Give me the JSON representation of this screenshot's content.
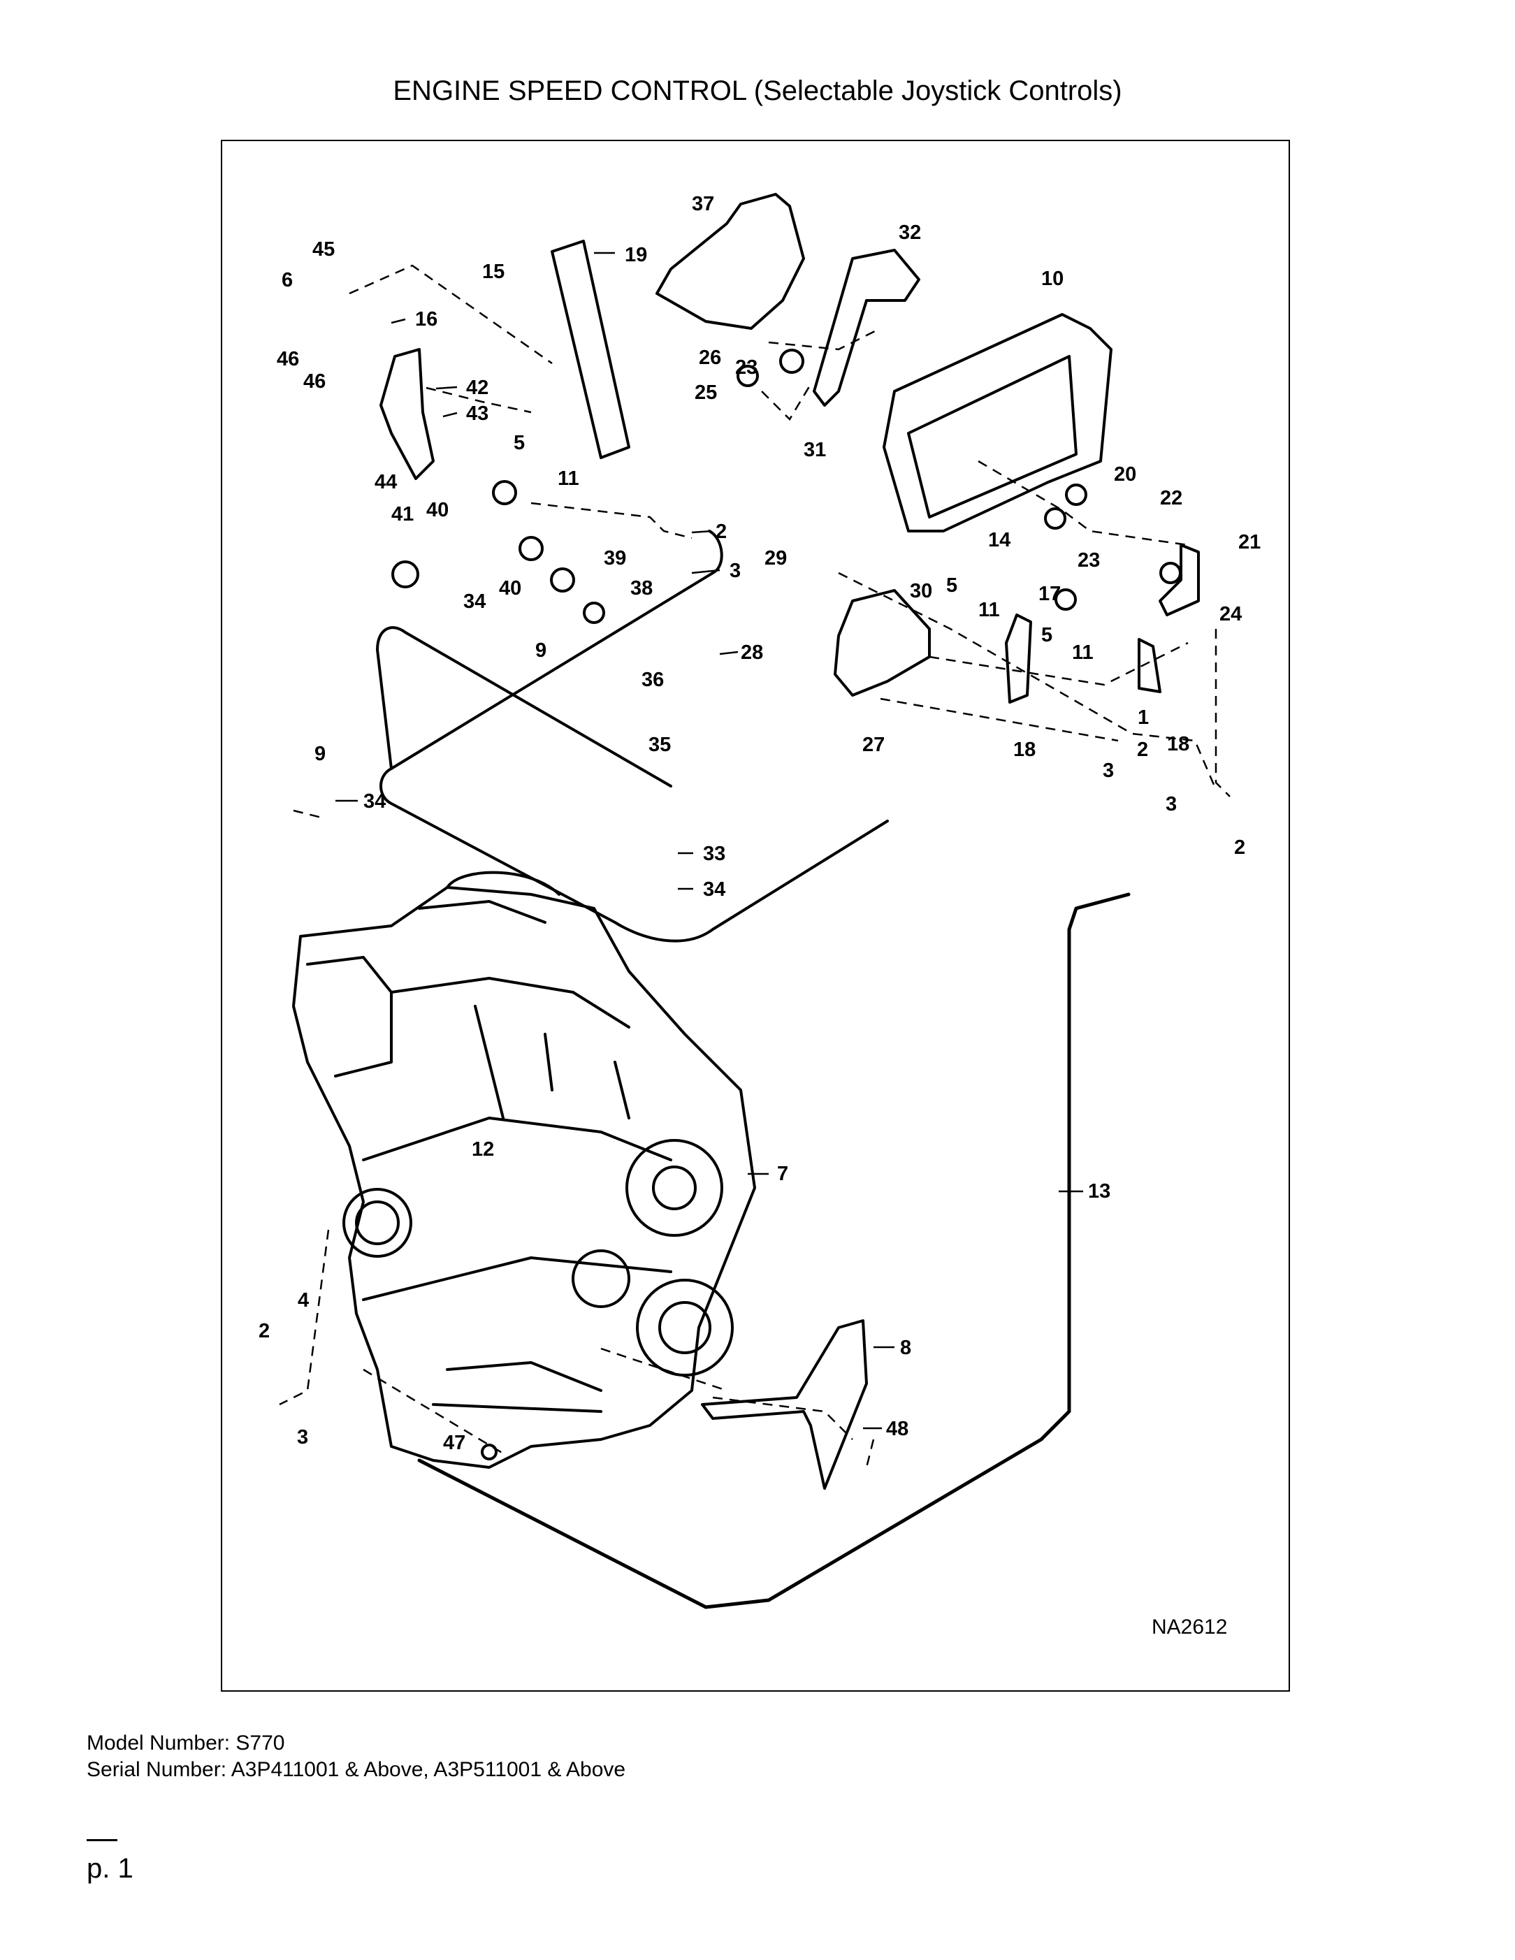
{
  "title": "ENGINE SPEED CONTROL (Selectable Joystick Controls)",
  "figure_id": "NA2612",
  "model_line": "Model Number: S770",
  "serial_line": "Serial Number: A3P411001 & Above, A3P511001 & Above",
  "page": "p. 1",
  "callouts": [
    "45",
    "6",
    "46",
    "46",
    "15",
    "16",
    "42",
    "43",
    "44",
    "19",
    "37",
    "32",
    "10",
    "26",
    "23",
    "25",
    "31",
    "5",
    "11",
    "41",
    "40",
    "40",
    "2",
    "3",
    "39",
    "38",
    "34",
    "9",
    "36",
    "29",
    "30",
    "5",
    "11",
    "17",
    "14",
    "23",
    "20",
    "22",
    "21",
    "24",
    "28",
    "27",
    "5",
    "11",
    "18",
    "2",
    "3",
    "1",
    "18",
    "35",
    "9",
    "34",
    "33",
    "34",
    "3",
    "2",
    "12",
    "7",
    "13",
    "4",
    "2",
    "3",
    "47",
    "8",
    "48"
  ]
}
